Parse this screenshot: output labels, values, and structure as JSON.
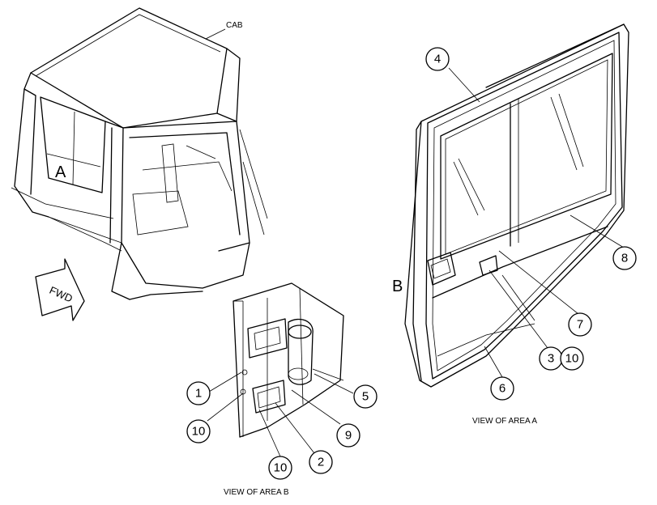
{
  "labels": {
    "cab": "CAB",
    "fwd": "FWD",
    "area_a": "A",
    "area_b": "B",
    "view_a": "VIEW OF AREA  A",
    "view_b": "VIEW OF AREA B"
  },
  "callouts": {
    "c1": "1",
    "c2": "2",
    "c3": "3",
    "c4": "4",
    "c5": "5",
    "c6": "6",
    "c7": "7",
    "c8": "8",
    "c9": "9",
    "c10a": "10",
    "c10b": "10",
    "c10c": "10"
  }
}
